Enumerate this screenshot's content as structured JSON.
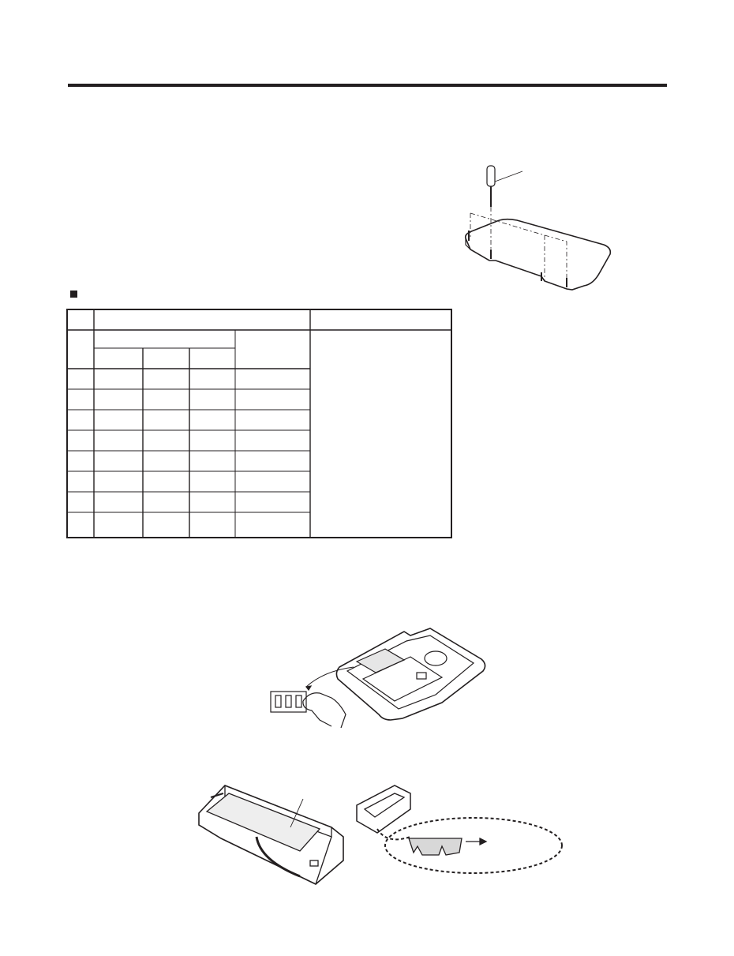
{
  "page": {
    "colors": {
      "ink": "#231f20",
      "background": "#ffffff"
    },
    "section_bullet_icon": "black-square",
    "table": {
      "header": [],
      "rows": []
    },
    "figures": [
      {
        "name": "screwdriver-removing-cover-screws",
        "labels": []
      },
      {
        "name": "hand-removing-connector-from-control-board",
        "labels": []
      },
      {
        "name": "ice-tray-assembly",
        "labels": []
      },
      {
        "name": "ice-tray-detail-magnified",
        "labels": []
      }
    ]
  }
}
